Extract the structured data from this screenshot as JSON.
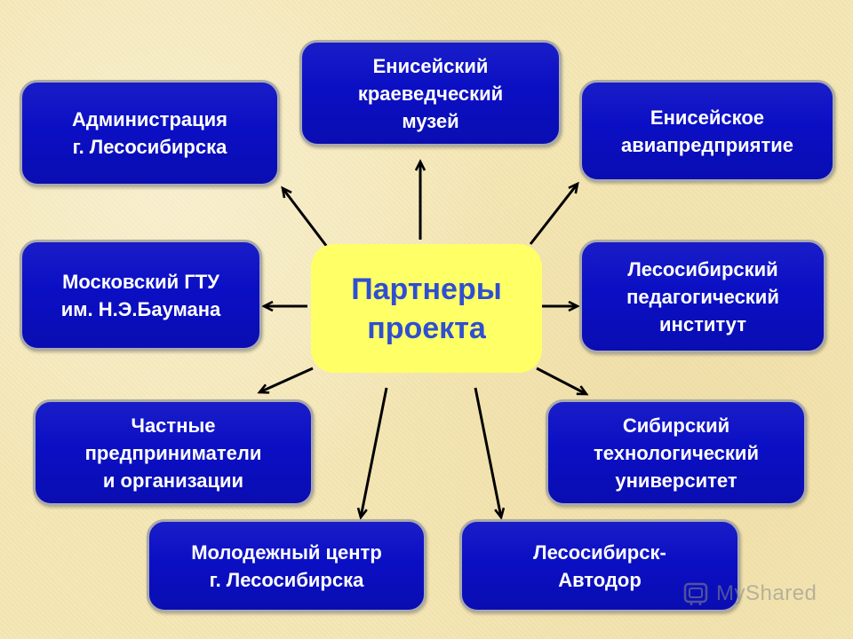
{
  "colors": {
    "background": "#f4e7b5",
    "partner_box": "#0b0fc4",
    "partner_border": "#a9a9a9",
    "partner_text": "#ffffff",
    "center_fill": "#ffff66",
    "center_text": "#2f4fd0",
    "arrow": "#000000"
  },
  "center": {
    "title": "Партнеры\nпроекта"
  },
  "partners": [
    {
      "label": "Енисейский\nкраеведческий\nмузей"
    },
    {
      "label": "Администрация\nг. Лесосибирска"
    },
    {
      "label": "Енисейское\nавиапредприятие"
    },
    {
      "label": "Московский ГТУ\nим. Н.Э.Баумана"
    },
    {
      "label": "Лесосибирский\nпедагогический\nинститут"
    },
    {
      "label": "Частные\nпредприниматели\nи организации"
    },
    {
      "label": "Сибирский\nтехнологический\nуниверситет"
    },
    {
      "label": "Молодежный центр\nг. Лесосибирска"
    },
    {
      "label": "Лесосибирск-\nАвтодор"
    }
  ],
  "watermark": {
    "icon": "myshared-logo-icon",
    "text": "MyShared"
  }
}
